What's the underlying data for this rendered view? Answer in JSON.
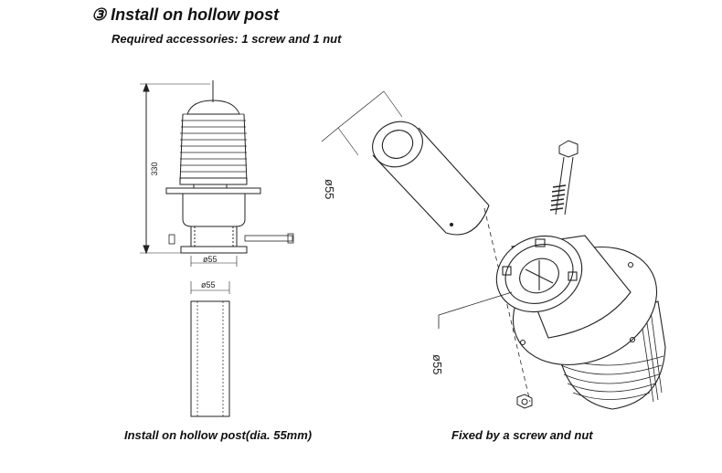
{
  "header": {
    "title": "③ Install on hollow post",
    "subtitle": "Required accessories: 1 screw and 1 nut"
  },
  "left_figure": {
    "height_label": "330",
    "base_dia_label": "ø55",
    "post_dia_label": "ø55",
    "caption": "Install on hollow post(dia. 55mm)"
  },
  "right_figure": {
    "tube_dia_label": "ø55",
    "socket_dia_label": "ø55",
    "caption": "Fixed by a screw and nut"
  }
}
